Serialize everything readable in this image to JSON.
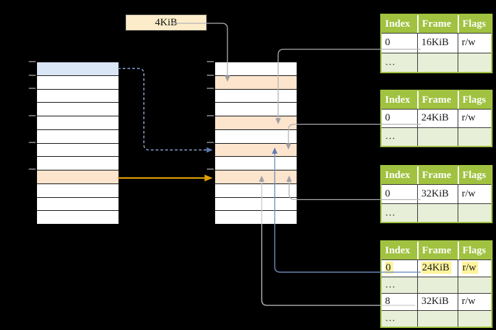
{
  "colors": {
    "bg": "#000000",
    "cell-white": "#ffffff",
    "cell-blue": "#d9e6f6",
    "cell-orange": "#fce4cd",
    "box-cream": "#fcecc9",
    "table-green": "#a0c240",
    "table-green-light": "#e8efd8",
    "header-text": "#ffffff",
    "body-text": "#1a1a1a",
    "dots-text": "#3f3f36",
    "highlight-yellow": "#fdf39d",
    "line-gray": "#b2b2b6",
    "line-gray-light": "#c9c9cc",
    "arrow-gray": "#a0a0a6",
    "line-blue": "#7090c0",
    "arrow-blue": "#5a7ab2",
    "line-dashed-blue": "#8aa5d2",
    "line-orange": "#dd9f05",
    "tick-gray": "#6f6f6f"
  },
  "page_size_box": {
    "label": "4KiB"
  },
  "left_column": {
    "row_count": 12,
    "blue_row_index": 0,
    "orange_row_index": 8
  },
  "middle_column": {
    "row_count": 12,
    "orange_row_indexes": [
      1,
      4,
      6,
      8
    ]
  },
  "tables": [
    {
      "headers": [
        "Index",
        "Frame",
        "Flags"
      ],
      "rows": [
        {
          "cells": [
            "0",
            "16KiB",
            "r/w"
          ]
        },
        {
          "cells": [
            "…",
            "",
            ""
          ]
        }
      ]
    },
    {
      "headers": [
        "Index",
        "Frame",
        "Flags"
      ],
      "rows": [
        {
          "cells": [
            "0",
            "24KiB",
            "r/w"
          ]
        },
        {
          "cells": [
            "…",
            "",
            ""
          ]
        }
      ]
    },
    {
      "headers": [
        "Index",
        "Frame",
        "Flags"
      ],
      "rows": [
        {
          "cells": [
            "0",
            "32KiB",
            "r/w"
          ]
        },
        {
          "cells": [
            "…",
            "",
            ""
          ]
        }
      ]
    },
    {
      "headers": [
        "Index",
        "Frame",
        "Flags"
      ],
      "rows": [
        {
          "cells": [
            "0",
            "24KiB",
            "r/w"
          ],
          "highlighted": true
        },
        {
          "cells": [
            "…",
            "",
            ""
          ]
        },
        {
          "cells": [
            "8",
            "32KiB",
            "r/w"
          ]
        },
        {
          "cells": [
            "…",
            "",
            ""
          ]
        }
      ]
    }
  ]
}
